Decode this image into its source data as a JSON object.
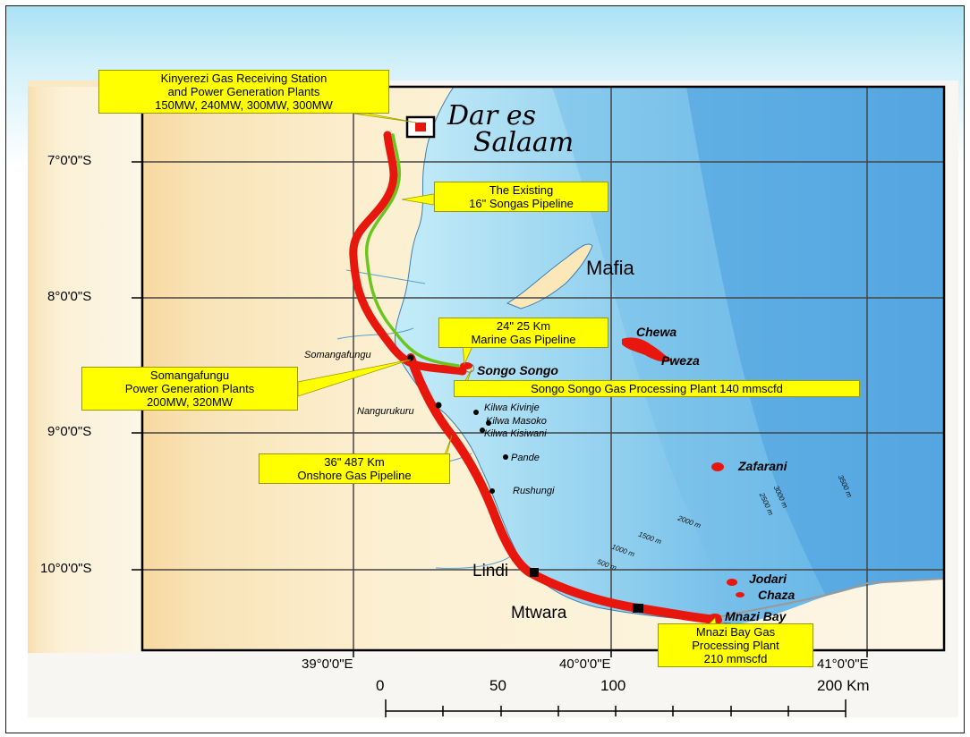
{
  "map": {
    "city": {
      "line1": "Dar es",
      "line2": "Salaam"
    },
    "island": "Mafia",
    "lat_labels": [
      "7°0'0\"S",
      "8°0'0\"S",
      "9°0'0\"S",
      "10°0'0\"S"
    ],
    "lon_labels": [
      "39°0'0\"E",
      "40°0'0\"E",
      "41°0'0\"E"
    ],
    "callouts": {
      "kinyerezi": [
        "Kinyerezi Gas Receiving Station",
        "and Power Generation Plants",
        "150MW, 240MW, 300MW, 300MW"
      ],
      "existing": [
        "The Existing",
        "16\" Songas Pipeline"
      ],
      "marine": [
        "24\" 25 Km",
        "Marine Gas Pipeline"
      ],
      "somanga_plants": [
        "Somangafungu",
        "Power Generation Plants",
        "200MW, 320MW"
      ],
      "songo_plant": [
        "Songo Songo Gas Processing Plant 140 mmscfd"
      ],
      "onshore": [
        "36\" 487 Km",
        "Onshore Gas Pipeline"
      ],
      "mnazi_plant": [
        "Mnazi Bay Gas",
        "Processing Plant",
        "210 mmscfd"
      ]
    },
    "places": {
      "somangafungu": "Somangafungu",
      "nangurukuru": "Nangurukuru",
      "kilwa_kivinje": "Kilwa Kivinje",
      "kilwa_masoko": "Kilwa Masoko",
      "kilwa_kisiwani": "Kilwa Kisiwani",
      "pande": "Pande",
      "rushungi": "Rushungi",
      "lindi": "Lindi",
      "mtwara": "Mtwara"
    },
    "fields": {
      "songo_songo": "Songo Songo",
      "chewa": "Chewa",
      "pweza": "Pweza",
      "zafarani": "Zafarani",
      "jodari": "Jodari",
      "chaza": "Chaza",
      "mnazi_bay": "Mnazi Bay"
    },
    "depths": {
      "d500": "500 m",
      "d1000": "1000 m",
      "d1500": "1500 m",
      "d2000": "2000 m",
      "d2500": "2500 m",
      "d3000": "3000 m",
      "d3500": "3500 m"
    },
    "scale": {
      "ticks": [
        "0",
        "50",
        "100",
        "200 Km"
      ]
    },
    "colors": {
      "pipeline_new": "#e8170e",
      "pipeline_existing": "#6cc51f",
      "callout": "#ffff00",
      "deep_sea": "#3f94da",
      "land": "#fcefcf"
    }
  }
}
